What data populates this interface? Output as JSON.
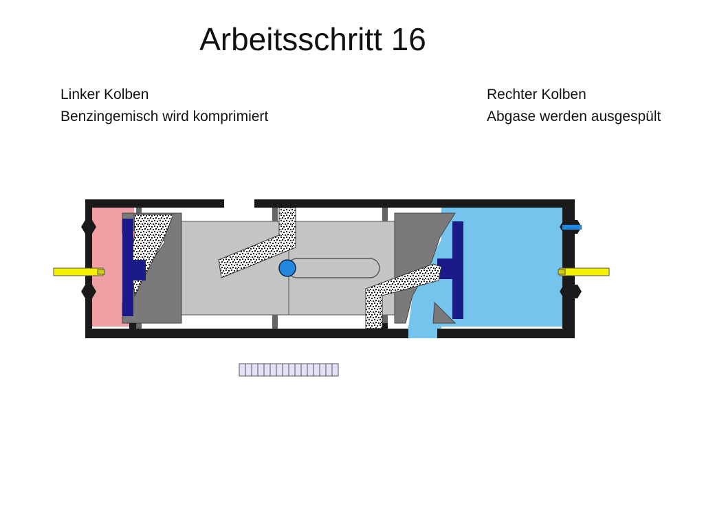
{
  "slide": {
    "title": "Arbeitsschritt 16"
  },
  "left_piston": {
    "heading": "Linker Kolben",
    "description": "Benzingemisch wird komprimiert"
  },
  "right_piston": {
    "heading": "Rechter Kolben",
    "description": "Abgase werden ausgespült"
  },
  "colors": {
    "frame": "#1a1a1a",
    "mixture_chamber": "#f0a0a4",
    "exhaust_chamber": "#74c4ee",
    "piston_head": "#1a1a88",
    "piston_body": "#7a7a7a",
    "connector_body": "#c4c4c4",
    "spark_plug": "#f4f000",
    "pivot": "#2288dd",
    "ruler": "#e4e0f8"
  }
}
